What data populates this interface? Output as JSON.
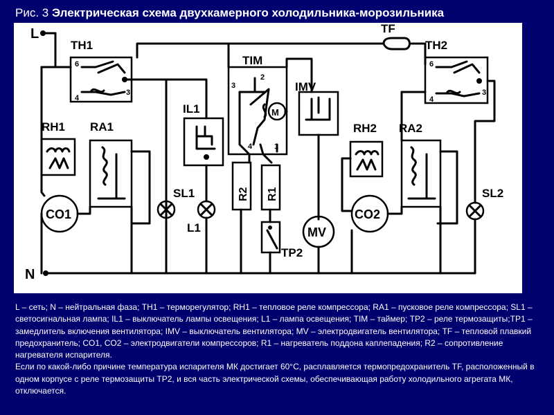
{
  "title": {
    "lead": "Рис. 3 ",
    "main": "Электрическая схема двухкамерного холодильника-морозильника"
  },
  "diagram": {
    "labels": {
      "L": "L",
      "N": "N",
      "TH1": "TH1",
      "TH2": "TH2",
      "TF": "TF",
      "TIM": "TIM",
      "IMV": "IMV",
      "IL1": "IL1",
      "RH1": "RH1",
      "RA1": "RA1",
      "RH2": "RH2",
      "RA2": "RA2",
      "CO1": "CO1",
      "CO2": "CO2",
      "SL1": "SL1",
      "SL2": "SL2",
      "L1": "L1",
      "R1": "R1",
      "R2": "R2",
      "TP2": "TP2",
      "MV": "MV",
      "M": "M",
      "th_pin6": "6",
      "th_pin4": "4",
      "th_pin3": "3",
      "tim_pin1": "1",
      "tim_pin2": "2",
      "tim_pin3": "3",
      "tim_pin4": "4"
    }
  },
  "caption": {
    "legend": "L – сеть; N – нейтральная фаза; TH1 – терморегулятор; RH1 – тепловое реле компрессора; RA1 – пусковое реле компрессора; SL1 – светосигнальная лампа; IL1 – выключатель лампы освещения; L1 – лампа освещения; TIM – таймер; TP2 – реле термозащиты;TP1 – замедлитель включения вентилятора; IMV – выключатель вентилятора; MV – электродвигатель вентилятора; TF – тепловой плавкий предохранитель; CO1, CO2 – электродвигатели компрессоров; R1 – нагреватель поддона каплепадения; R2 – сопротивление нагревателя испарителя.",
    "note": "Если по какой-либо причине температура испарителя МК достигает 60°С, расплавляется термопредохранитель TF, расположенный в одном корпусе с реле термозащиты TP2, и вся часть электрической схемы, обеспечивающая работу холодильного агрегата МК, отключается."
  }
}
